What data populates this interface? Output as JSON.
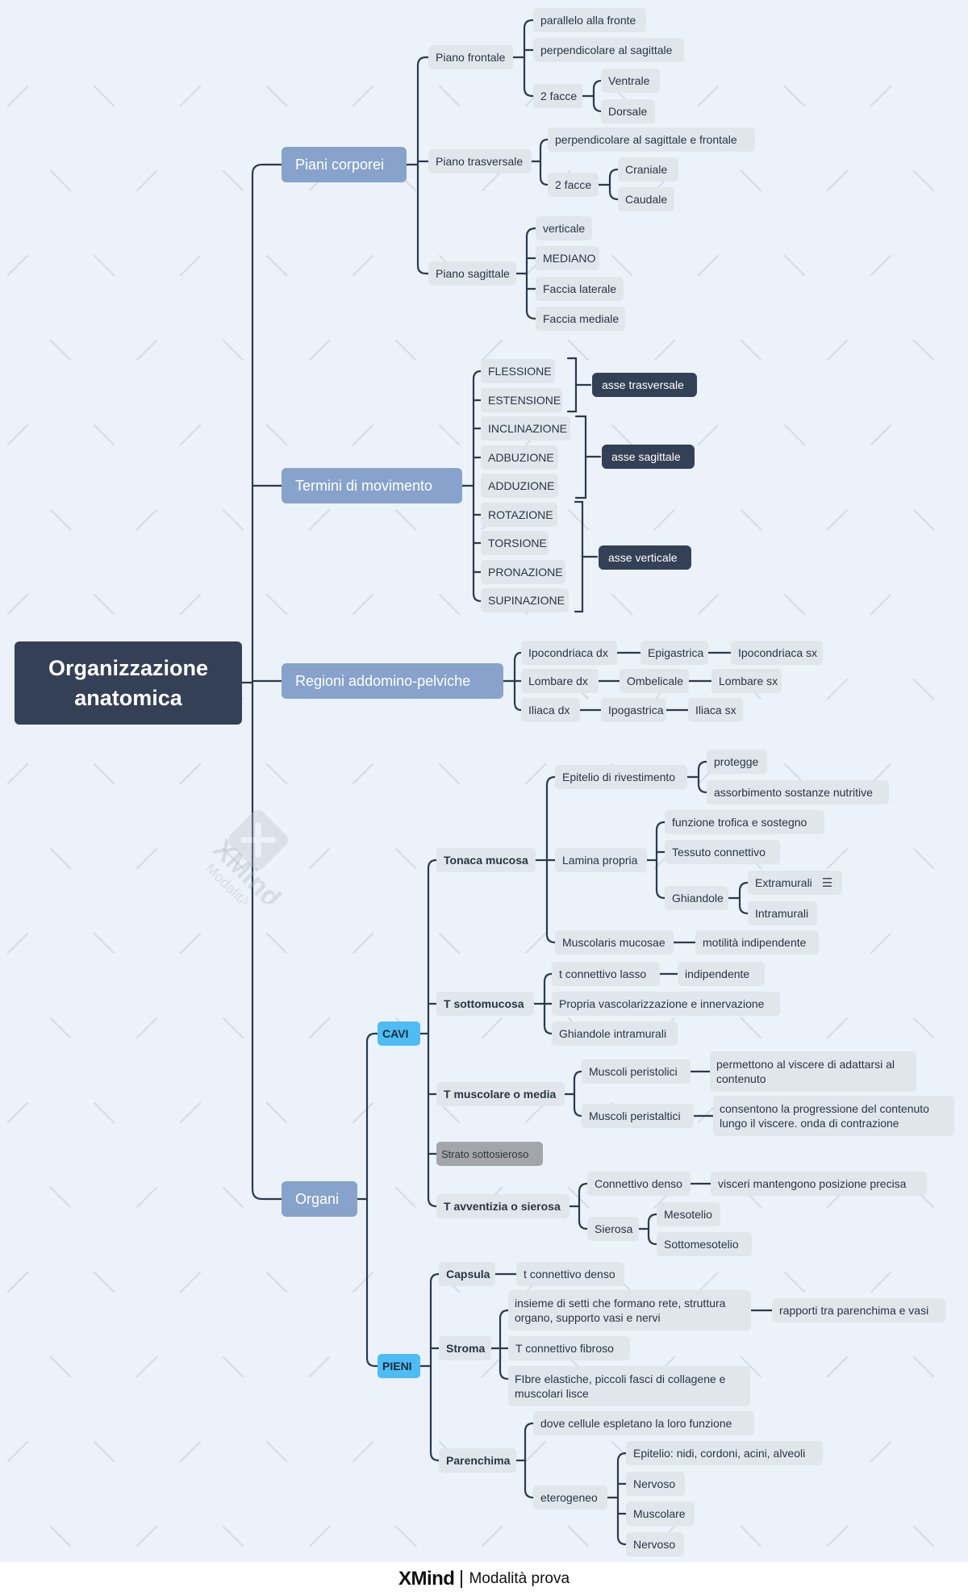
{
  "root": "Organizzazione anatomica",
  "branches": {
    "piani": "Piani corporei",
    "termini": "Termini di movimento",
    "regioni": "Regioni addomino-pelviche",
    "organi": "Organi"
  },
  "piani": {
    "frontale": "Piano frontale",
    "frontale_items": [
      "parallelo alla fronte",
      "perpendicolare al sagittale",
      "2 facce"
    ],
    "frontale_facce": [
      "Ventrale",
      "Dorsale"
    ],
    "trasversale": "Piano trasversale",
    "trasversale_items": [
      "perpendicolare al sagittale e frontale",
      "2 facce"
    ],
    "trasversale_facce": [
      "Craniale",
      "Caudale"
    ],
    "sagittale": "Piano sagittale",
    "sagittale_items": [
      "verticale",
      "MEDIANO",
      "Faccia laterale",
      "Faccia mediale"
    ]
  },
  "movimenti": {
    "items": [
      "FLESSIONE",
      "ESTENSIONE",
      "INCLINAZIONE",
      "ADBUZIONE",
      "ADDUZIONE",
      "ROTAZIONE",
      "TORSIONE",
      "PRONAZIONE",
      "SUPINAZIONE"
    ],
    "assi": [
      "asse trasversale",
      "asse sagittale",
      "asse verticale"
    ]
  },
  "regioni": {
    "rows": [
      [
        "Ipocondriaca dx",
        "Epigastrica",
        "Ipocondriaca sx"
      ],
      [
        "Lombare dx",
        "Ombelicale",
        "Lombare sx"
      ],
      [
        "Iliaca dx",
        "Ipogastrica",
        "Iliaca sx"
      ]
    ]
  },
  "organi": {
    "cavi": "CAVI",
    "pieni": "PIENI",
    "tonaca_mucosa": "Tonaca mucosa",
    "epitelio_riv": "Epitelio di rivestimento",
    "epitelio_items": [
      "protegge",
      "assorbimento sostanze nutritive"
    ],
    "lamina_propria": "Lamina propria",
    "lamina_items": [
      "funzione trofica e sostegno",
      "Tessuto connettivo",
      "Ghiandole"
    ],
    "ghiandole_items": [
      "Extramurali",
      "Intramurali"
    ],
    "muscolaris": "Muscolaris mucosae",
    "muscolaris_item": "motilità indipendente",
    "sottomucosa": "T sottomucosa",
    "sottomucosa_items": [
      "t connettivo lasso",
      "Propria vascolarizzazione e innervazione",
      "Ghiandole intramurali"
    ],
    "indipendente": "indipendente",
    "muscolare": "T muscolare o media",
    "peristolici": "Muscoli peristolici",
    "peristolici_desc": "permettono al viscere di adattarsi al contenuto",
    "peristaltici": "Muscoli peristaltici",
    "peristaltici_desc": "consentono la progressione del contenuto lungo il viscere. onda di contrazione",
    "strato": "Strato sottosieroso",
    "avventizia": "T avventizia o sierosa",
    "connettivo_denso": "Connettivo denso",
    "visceri": "visceri mantengono posizione precisa",
    "sierosa": "Sierosa",
    "sierosa_items": [
      "Mesotelio",
      "Sottomesotelio"
    ],
    "capsula": "Capsula",
    "capsula_item": "t connettivo denso",
    "stroma": "Stroma",
    "stroma_items": [
      "insieme di setti che formano rete, struttura organo, supporto vasi e nervi",
      "T connettivo fibroso",
      "FIbre elastiche, piccoli fasci di collagene e muscolari lisce"
    ],
    "rapporti": "rapporti tra parenchima e vasi",
    "parenchima": "Parenchima",
    "parenchima_items": [
      "dove cellule espletano la loro funzione",
      "eterogeneo"
    ],
    "eterogeneo_items": [
      "Epitelio: nidi, cordoni, acini, alveoli",
      "Nervoso",
      "Muscolare",
      "Nervoso"
    ]
  },
  "watermark": {
    "brand": "XMind",
    "mode": "Modalità prova"
  },
  "colors": {
    "background": "#ecf2f9",
    "root": "#344055",
    "main_branch": "#87a3cb",
    "chip_blue": "#4dbdf4",
    "chip_grey": "#a2a6ac",
    "leaf": "#e1e6ed",
    "connector": "#2d3a4a"
  },
  "icons": [
    "notes-icon"
  ]
}
